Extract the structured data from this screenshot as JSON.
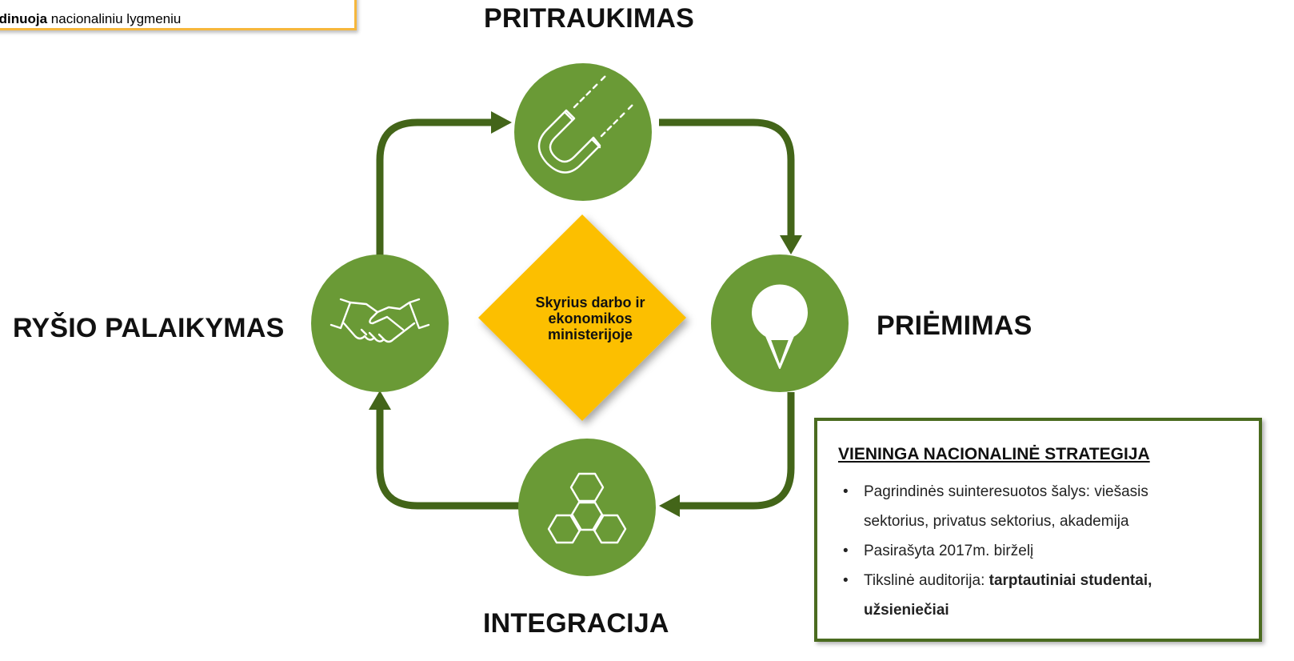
{
  "note": {
    "bold": "rdinuoja",
    "rest": " nacionaliniu lygmeniu"
  },
  "stages": {
    "top": "PRITRAUKIMAS",
    "right": "PRIĖMIMAS",
    "bottom": "INTEGRACIJA",
    "left": "RYŠIO PALAIKYMAS"
  },
  "center": {
    "lines": [
      "Skyrius darbo ir",
      "ekonomikos",
      "ministerijoje"
    ]
  },
  "strategy": {
    "title": "VIENINGA NACIONALINĖ STRATEGIJA",
    "bullet": "•",
    "items": [
      {
        "line1": "Pagrindinės suinteresuotos šalys: viešasis",
        "line2": "sektorius, privatus sektorius, akademija"
      },
      {
        "line1": "Pasirašyta 2017m. birželį"
      },
      {
        "prefix": "Tikslinė auditorija: ",
        "bold1": "tarptautiniai studentai,",
        "bold2": "užsieniečiai"
      }
    ]
  },
  "icons": {
    "top": "magnet-icon",
    "right": "location-pin-icon",
    "bottom": "hexagons-icon",
    "left": "handshake-icon"
  },
  "colors": {
    "circle": "#6a9a36",
    "arrow": "#436519",
    "diamond": "#fcbf00",
    "note_border": "#f6b73c",
    "box_border": "#4a6b1f"
  }
}
